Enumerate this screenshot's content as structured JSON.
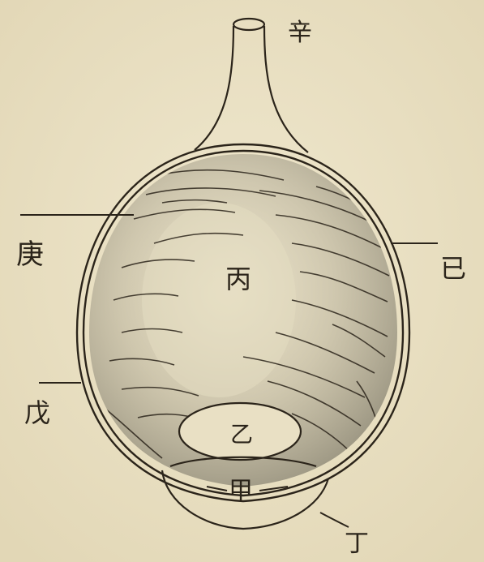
{
  "diagram": {
    "labels": {
      "xin": "辛",
      "geng": "庚",
      "ji": "已",
      "bing": "丙",
      "wu": "戊",
      "yi": "乙",
      "jia": "甲",
      "ding": "丁"
    },
    "colors": {
      "paper": "#ece3c6",
      "ink": "#2b241a",
      "shading": "#9a9482"
    }
  }
}
